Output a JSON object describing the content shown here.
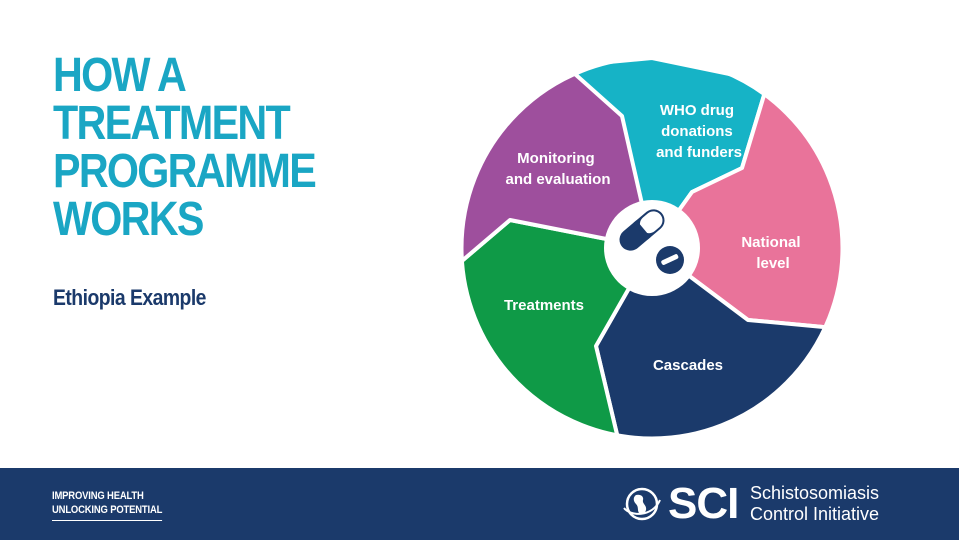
{
  "title_lines": [
    "HOW A",
    "TREATMENT",
    "PROGRAMME",
    "WORKS"
  ],
  "subtitle": "Ethiopia Example",
  "diagram": {
    "segments": [
      {
        "id": "who",
        "lines": [
          "WHO drug",
          "donations",
          "and funders"
        ],
        "color": "#16b3c6"
      },
      {
        "id": "national",
        "lines": [
          "National",
          "level"
        ],
        "color": "#e9739a"
      },
      {
        "id": "cascades",
        "lines": [
          "Cascades"
        ],
        "color": "#1b3a6b"
      },
      {
        "id": "treatments",
        "lines": [
          "Treatments"
        ],
        "color": "#0f9a47"
      },
      {
        "id": "monitoring",
        "lines": [
          "Monitoring",
          "and evaluation"
        ],
        "color": "#9e4f9d"
      }
    ],
    "center_icon": "pills-icon"
  },
  "footer": {
    "tagline_lines": [
      "IMPROVING HEALTH",
      "UNLOCKING POTENTIAL"
    ],
    "logo_mark": "SCI",
    "logo_name_lines": [
      "Schistosomiasis",
      "Control Initiative"
    ],
    "logo_icon": "globe-icon"
  }
}
